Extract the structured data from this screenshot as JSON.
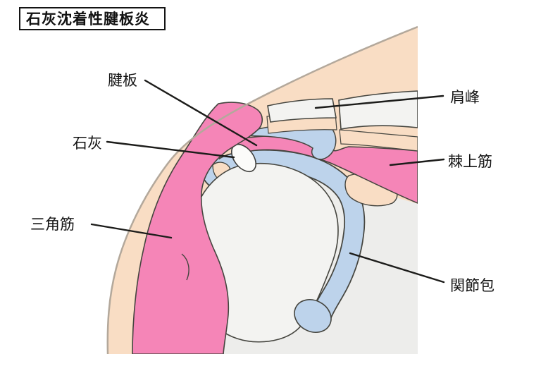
{
  "title": "石灰沈着性腱板炎",
  "labels": {
    "rotator_cuff": "腱板",
    "calcium_deposit": "石灰",
    "deltoid": "三角筋",
    "acromion": "肩峰",
    "supraspinatus": "棘上筋",
    "joint_capsule": "関節包"
  },
  "colors": {
    "muscle_pink": "#F585B7",
    "capsule_blue": "#BDD3EB",
    "skin_peach": "#F9DDC4",
    "bone_white": "#F3F3F1",
    "body_gray": "#EDEDEB",
    "calcium_white": "#FBFBF9",
    "outline_dark": "#45453F",
    "contour_gray": "#B3A89B",
    "leader_line": "#1C1C1A"
  }
}
